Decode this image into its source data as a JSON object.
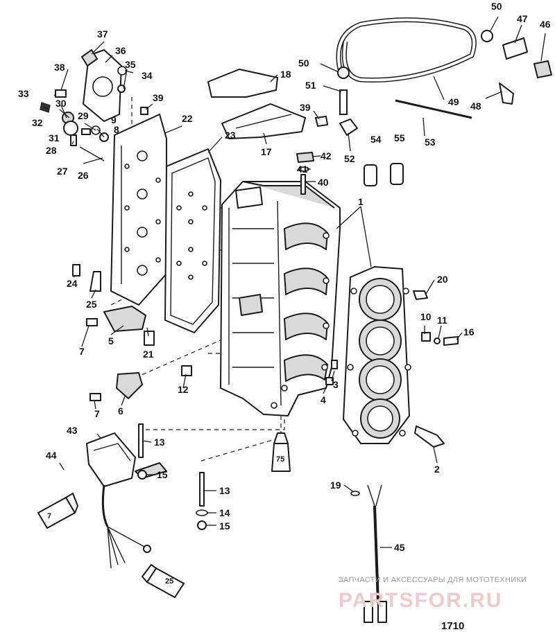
{
  "figure_number": "1710",
  "watermark": {
    "caption": "ЗАПЧАСТИ И АКСЕССУАРЫ ДЛЯ МОТОТЕХНИКИ",
    "logo": "PARTSFOR.RU"
  },
  "tube_labels": [
    "7",
    "25",
    "75"
  ],
  "callouts": [
    "1",
    "2",
    "3",
    "4",
    "5",
    "6",
    "7",
    "7",
    "8",
    "9",
    "10",
    "11",
    "12",
    "13",
    "13",
    "14",
    "15",
    "15",
    "16",
    "17",
    "18",
    "19",
    "20",
    "21",
    "22",
    "23",
    "24",
    "25",
    "26",
    "27",
    "28",
    "29",
    "30",
    "31",
    "32",
    "33",
    "34",
    "35",
    "36",
    "37",
    "38",
    "39",
    "39",
    "40",
    "41",
    "42",
    "43",
    "44",
    "45",
    "46",
    "47",
    "48",
    "49",
    "50",
    "50",
    "51",
    "52",
    "53",
    "54",
    "55"
  ]
}
